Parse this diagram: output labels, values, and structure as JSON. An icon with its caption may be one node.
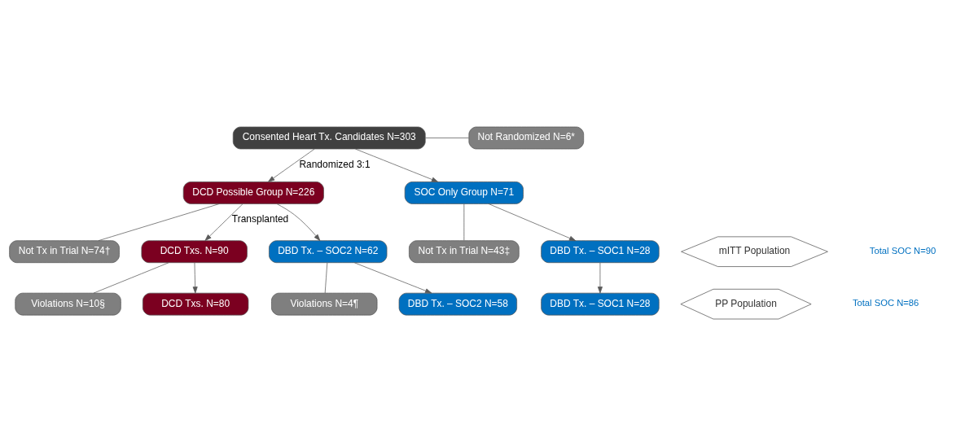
{
  "diagram": {
    "nodes": [
      {
        "text": [
          "Consented Heart Tx. Candidates N=303"
        ]
      },
      {
        "text": [
          "Not Randomized N=6*"
        ]
      },
      {
        "text": [
          "DCD Possible Group N=226"
        ]
      },
      {
        "text": [
          "SOC Only Group N=71"
        ]
      },
      {
        "text": [
          "Not Tx in Trial N=74†"
        ]
      },
      {
        "text": [
          "Not Tx in Trial N=43‡"
        ]
      },
      {
        "text": [
          "DCD Txs. N=90"
        ]
      },
      {
        "text": [
          "mITT Population"
        ]
      },
      {
        "text": [
          "DBD Tx. – SOC2 N=62"
        ]
      },
      {
        "text": [
          "DBD Tx. – SOC1 N=28"
        ]
      },
      {
        "text": [
          "Violations N=10§"
        ]
      },
      {
        "text": [
          "Violations N=4¶"
        ]
      },
      {
        "text": [
          "DCD Txs. N=80"
        ]
      },
      {
        "text": [
          "PP Population"
        ]
      },
      {
        "text": [
          "DBD Tx. – SOC2 N=58"
        ]
      },
      {
        "text": [
          "DBD Tx. – SOC1 N=28"
        ]
      }
    ],
    "edges": [
      {
        "from": 1,
        "to": 0,
        "arrow": "none"
      },
      {
        "from": 0,
        "to": 2,
        "arrow": "to",
        "label": "Randomized 3:1"
      },
      {
        "from": 0,
        "to": 3,
        "arrow": "to"
      },
      {
        "from": 4,
        "to": 2,
        "arrow": "none"
      },
      {
        "from": 5,
        "to": 3,
        "arrow": "none"
      },
      {
        "from": 2,
        "to": 6,
        "arrow": "to",
        "label": "Transplanted"
      },
      {
        "from": 2,
        "to": 8,
        "arrow": "to"
      },
      {
        "from": 3,
        "to": 9,
        "arrow": "to"
      },
      {
        "from": 10,
        "to": 6,
        "arrow": "none"
      },
      {
        "from": 6,
        "to": 12,
        "arrow": "to"
      },
      {
        "from": 11,
        "to": 8,
        "arrow": "none"
      },
      {
        "from": 8,
        "to": 14,
        "arrow": "to"
      },
      {
        "from": 9,
        "to": 15,
        "arrow": "to"
      }
    ],
    "labels": [
      "Total SOC N=90",
      "Total SOC N=86"
    ]
  }
}
